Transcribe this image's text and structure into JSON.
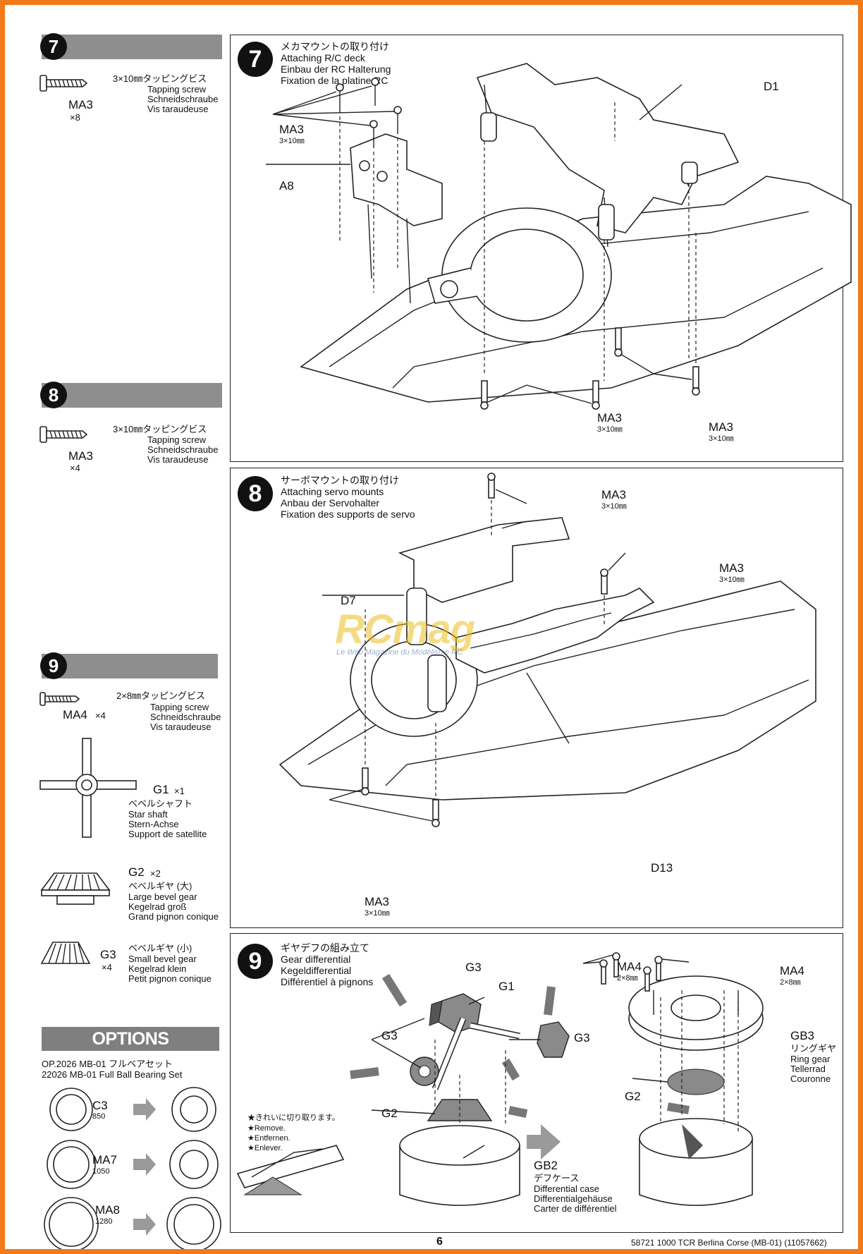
{
  "sidebar": {
    "step7": {
      "num": "7",
      "parts": [
        {
          "dim": "3×10㎜タッピングビス",
          "en": "Tapping screw",
          "de": "Schneidschraube",
          "fr": "Vis taraudeuse",
          "code": "MA3",
          "qty": "×8"
        }
      ]
    },
    "step8": {
      "num": "8",
      "parts": [
        {
          "dim": "3×10㎜タッピングビス",
          "en": "Tapping screw",
          "de": "Schneidschraube",
          "fr": "Vis taraudeuse",
          "code": "MA3",
          "qty": "×4"
        }
      ]
    },
    "step9": {
      "num": "9",
      "screw": {
        "dim": "2×8㎜タッピングビス",
        "en": "Tapping screw",
        "de": "Schneidschraube",
        "fr": "Vis taraudeuse",
        "code": "MA4",
        "qty": "×4"
      },
      "g1": {
        "code": "G1",
        "qty": "×1",
        "jp": "ベベルシャフト",
        "en": "Star shaft",
        "de": "Stern-Achse",
        "fr": "Support de satellite"
      },
      "g2": {
        "code": "G2",
        "qty": "×2",
        "jp": "ベベルギヤ (大)",
        "en": "Large bevel gear",
        "de": "Kegelrad groß",
        "fr": "Grand pignon conique"
      },
      "g3": {
        "code": "G3",
        "qty": "×4",
        "jp": "ベベルギヤ (小)",
        "en": "Small bevel gear",
        "de": "Kegelrad klein",
        "fr": "Petit pignon conique"
      }
    },
    "options": {
      "title": "OPTIONS",
      "line1": "OP.2026 MB-01 フルベアセット",
      "line2": "22026 MB-01 Full Ball Bearing Set",
      "items": [
        {
          "code": "C3",
          "num": "850"
        },
        {
          "code": "MA7",
          "num": "1050"
        },
        {
          "code": "MA8",
          "num": "1280"
        }
      ]
    }
  },
  "steps": {
    "s7": {
      "num": "7",
      "jp": "メカマウントの取り付け",
      "en": "Attaching R/C deck",
      "de": "Einbau der RC Halterung",
      "fr": "Fixation de la platine RC",
      "labels": {
        "ma3": "MA3",
        "dim": "3×10㎜",
        "a8": "A8",
        "d1": "D1"
      }
    },
    "s8": {
      "num": "8",
      "jp": "サーボマウントの取り付け",
      "en": "Attaching servo mounts",
      "de": "Anbau der Servohalter",
      "fr": "Fixation des supports de servo",
      "labels": {
        "ma3": "MA3",
        "dim": "3×10㎜",
        "d7": "D7",
        "d13": "D13"
      }
    },
    "s9": {
      "num": "9",
      "jp": "ギヤデフの組み立て",
      "en": "Gear differential",
      "de": "Kegeldifferential",
      "fr": "Différentiel à pignons",
      "labels": {
        "g3": "G3",
        "g1": "G1",
        "g2": "G2",
        "ma4": "MA4",
        "dim": "2×8㎜",
        "gb3": "GB3",
        "gb3_jp": "リングギヤ",
        "gb3_en": "Ring gear",
        "gb3_de": "Tellerrad",
        "gb3_fr": "Couronne",
        "gb2": "GB2",
        "gb2_jp": "デフケース",
        "gb2_en": "Differential case",
        "gb2_de": "Differentialgehäuse",
        "gb2_fr": "Carter de différentiel"
      },
      "remove": [
        "★きれいに切り取ります。",
        "★Remove.",
        "★Entfernen.",
        "★Enlever."
      ]
    }
  },
  "watermark": {
    "brand": "RCmag",
    "tagline": "Le Web Magazine du Modélisme RC"
  },
  "footer": {
    "page": "6",
    "ref": "58721 1000 TCR Berlina Corse (MB-01) (11057662)"
  }
}
